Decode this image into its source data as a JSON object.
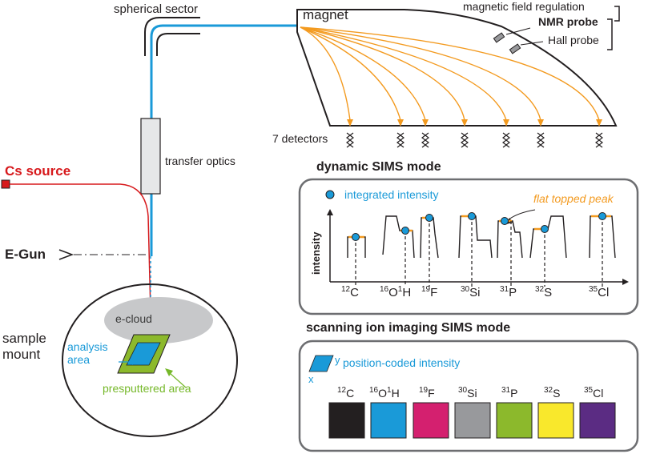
{
  "labels": {
    "spherical_sector": "spherical sector",
    "magnet": "magnet",
    "magnetic_field_regulation": "magnetic field regulation",
    "nmr_probe": "NMR probe",
    "hall_probe": "Hall probe",
    "detectors": "7 detectors",
    "transfer_optics": "transfer optics",
    "cs_source": "Cs source",
    "e_gun": "E-Gun",
    "sample_mount": "sample\nmount",
    "e_cloud": "e-cloud",
    "analysis_area": "analysis\narea",
    "presputtered_area": "presputtered area"
  },
  "dynamic_panel": {
    "title": "dynamic SIMS mode",
    "legend": "integrated intensity",
    "annotation": "flat topped peak",
    "ylabel": "intensity"
  },
  "imaging_panel": {
    "title": "scanning ion imaging SIMS mode",
    "legend": "position-coded intensity",
    "axis_x": "x",
    "axis_y": "y"
  },
  "isotopes": [
    {
      "mass": "12",
      "symbol": "C",
      "color": "#231f20"
    },
    {
      "mass": "16",
      "symbol": "O",
      "mass2": "1",
      "symbol2": "H",
      "color": "#1a9ad8"
    },
    {
      "mass": "19",
      "symbol": "F",
      "color": "#d4206f"
    },
    {
      "mass": "30",
      "symbol": "Si",
      "color": "#98999c"
    },
    {
      "mass": "31",
      "symbol": "P",
      "color": "#8cb92c"
    },
    {
      "mass": "32",
      "symbol": "S",
      "color": "#f9e82c"
    },
    {
      "mass": "35",
      "symbol": "Cl",
      "color": "#5b2c83"
    }
  ],
  "colors": {
    "beam_blue": "#1a9ad8",
    "orange": "#f39a1f",
    "cs_red": "#d7191c",
    "green": "#8cb92c"
  }
}
